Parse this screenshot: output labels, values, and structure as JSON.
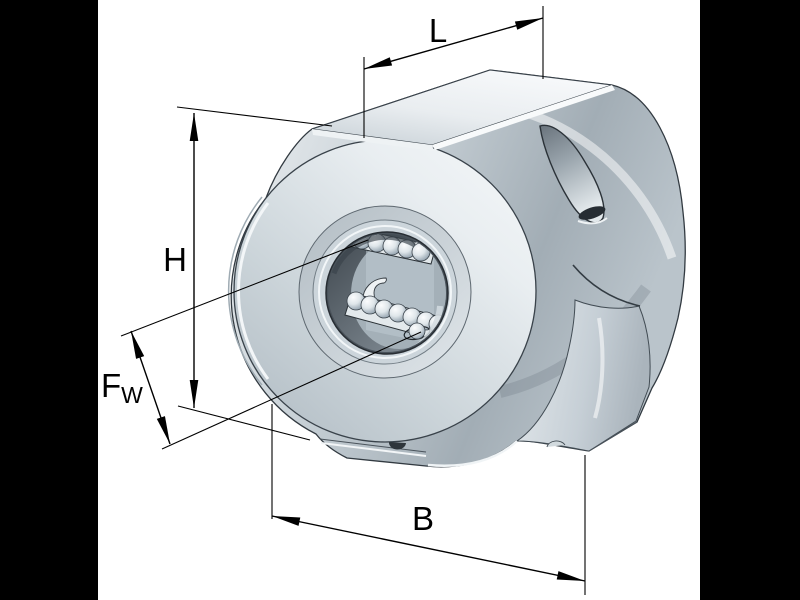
{
  "page": {
    "background_color": "#000000",
    "canvas_color": "#ffffff"
  },
  "drawing": {
    "subject": "linear-ball-bearing-housing-unit-isometric-view",
    "outline_color": "#323a41",
    "dimension_color": "#000000",
    "metal_highlight": "#f6f8fa",
    "metal_light": "#e8edf0",
    "metal_mid": "#c4ced4",
    "metal_shadow": "#9aa5ae",
    "bore_shadow": "#454e56"
  },
  "dimensions": {
    "top_length": {
      "label": "L"
    },
    "left_height": {
      "label": "H"
    },
    "bore_diameter": {
      "label": "F",
      "subscript": "W"
    },
    "bottom_width": {
      "label": "B"
    }
  },
  "bearing": {
    "visible_ball_rows": 2,
    "upper_row_ball_count": 5,
    "lower_row_ball_count": 7
  }
}
